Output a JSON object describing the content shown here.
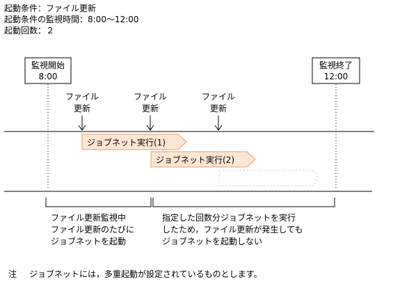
{
  "conditions": {
    "line1": "起動条件：ファイル更新",
    "line2": "起動条件の監視時間：8:00～12:00",
    "line3": "起動回数：２"
  },
  "monitor_start": {
    "label": "監視開始",
    "time": "8:00"
  },
  "monitor_end": {
    "label": "監視終了",
    "time": "12:00"
  },
  "file_update_events": [
    {
      "line1": "ファイル",
      "line2": "更新"
    },
    {
      "line1": "ファイル",
      "line2": "更新"
    },
    {
      "line1": "ファイル",
      "line2": "更新"
    }
  ],
  "jobnet_runs": [
    {
      "label": "ジョブネット実行(1)"
    },
    {
      "label": "ジョブネット実行(2)"
    }
  ],
  "brackets": {
    "left": {
      "line1": "ファイル更新監視中",
      "line2": "ファイル更新のたびに",
      "line3": "ジョブネットを起動"
    },
    "right": {
      "line1": "指定した回数分ジョブネットを実行",
      "line2": "したため，ファイル更新が発生しても",
      "line3": "ジョブネットを起動しない"
    }
  },
  "note": {
    "mark": "注",
    "text": "ジョブネットには，多重起動が設定されているものとします。"
  },
  "colors": {
    "jobnet_fill": "#fde6d4",
    "jobnet_stroke": "#e0a070",
    "line": "#000000",
    "ghost": "#c8c8c8"
  }
}
